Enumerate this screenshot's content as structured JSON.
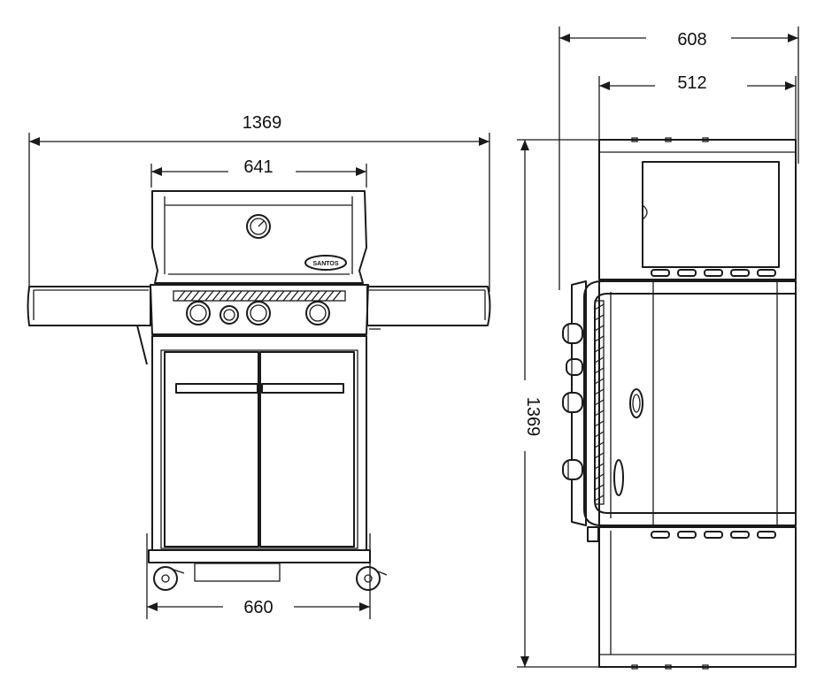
{
  "front_view": {
    "overall_width": "1369",
    "hood_width": "641",
    "base_width": "660",
    "brand": "SANTOS"
  },
  "side_view": {
    "depth_total": "608",
    "depth_body": "512",
    "height": "1369"
  }
}
